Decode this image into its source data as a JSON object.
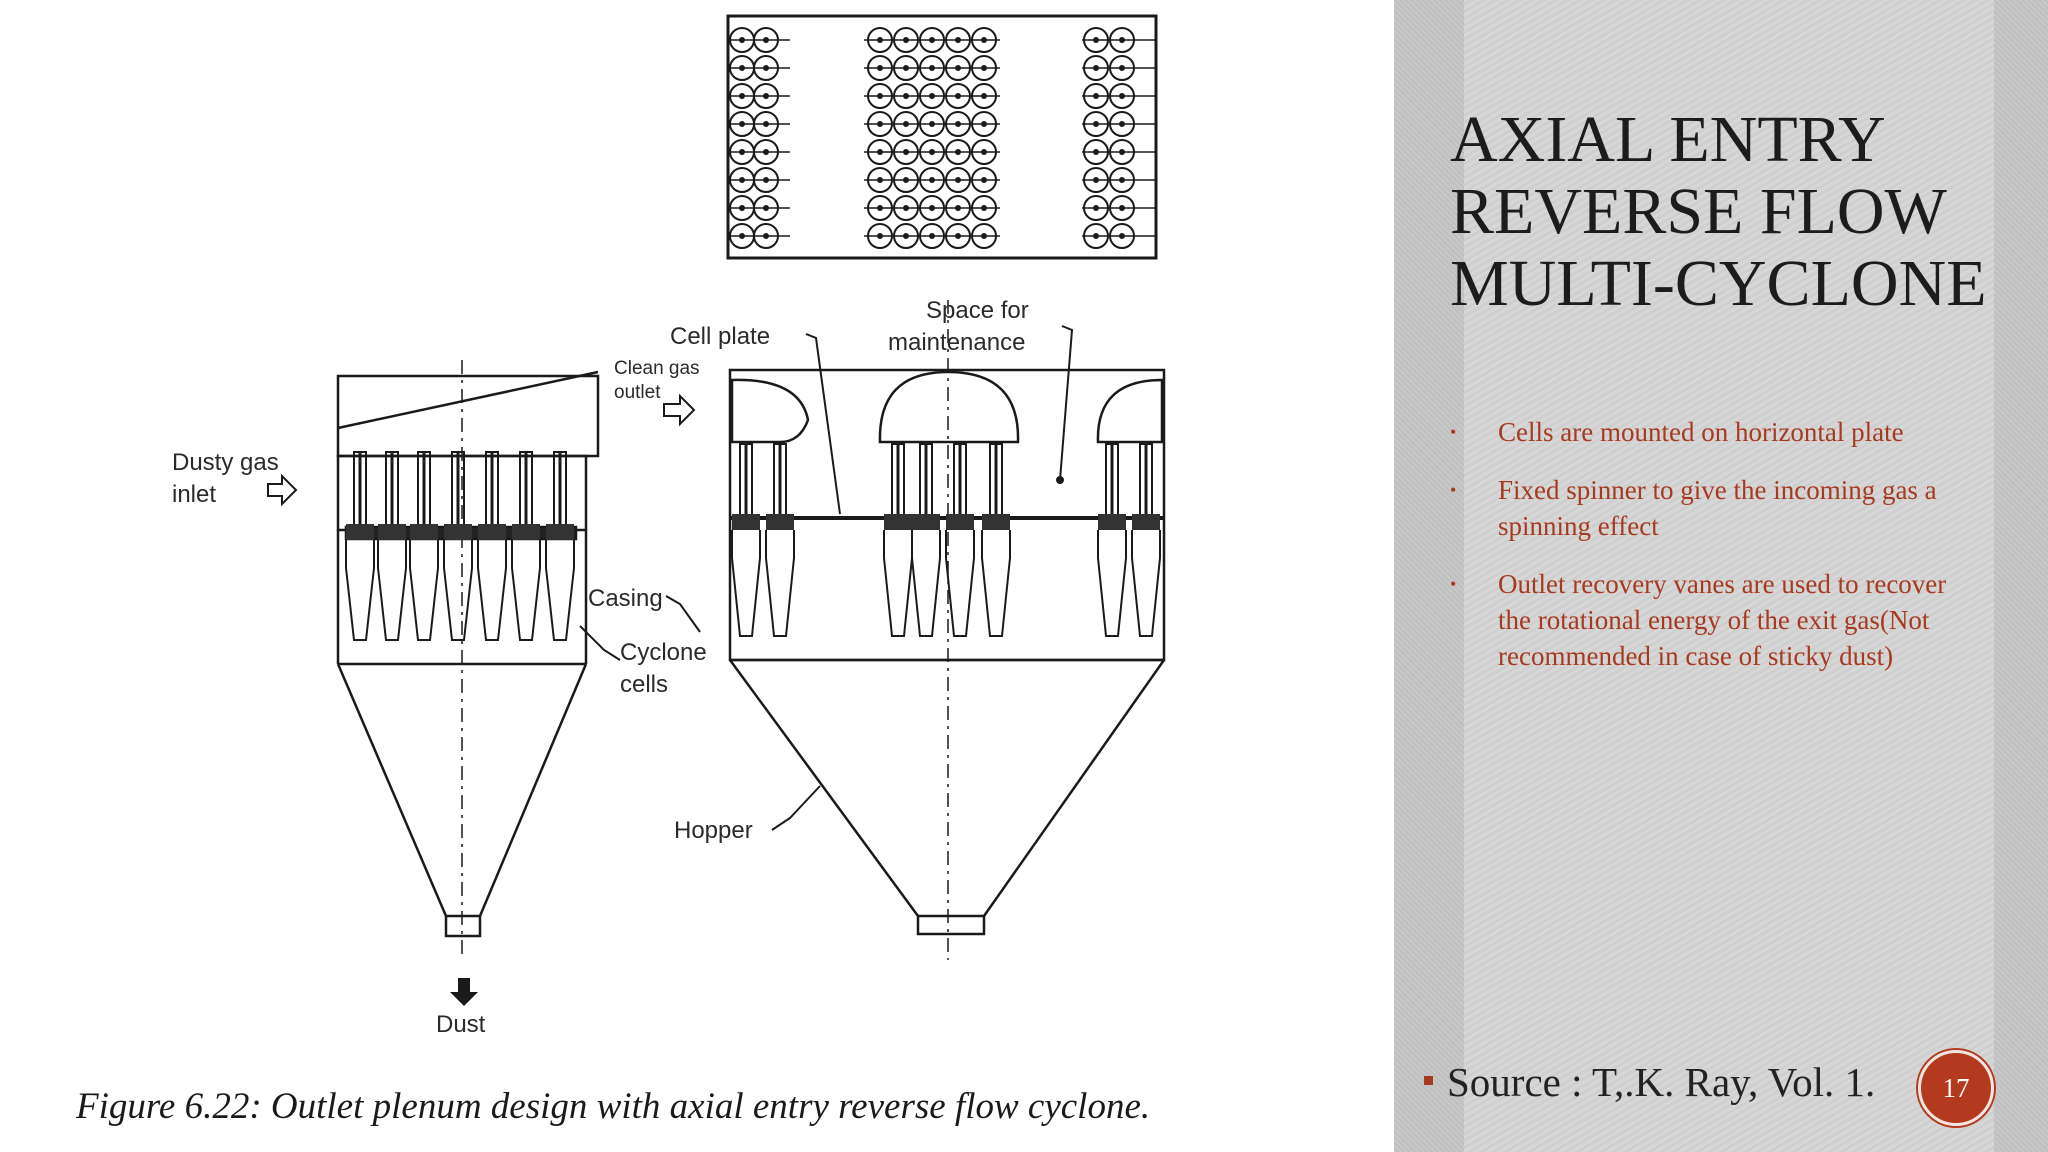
{
  "slide": {
    "title": "AXIAL ENTRY REVERSE FLOW MULTI-CYCLONE",
    "bullets": [
      "Cells are mounted on horizontal plate",
      "Fixed spinner to give the incoming gas a spinning effect",
      "Outlet recovery vanes are used to recover the rotational energy of the exit gas(Not recommended in case of sticky dust)"
    ],
    "source": "Source : T,.K. Ray, Vol. 1.",
    "slide_number": "17",
    "accent_color": "#b33a1f",
    "bullet_text_color": "#a63a20"
  },
  "figure": {
    "labels": {
      "dusty_gas_inlet_line1": "Dusty gas",
      "dusty_gas_inlet_line2": "inlet",
      "clean_gas_outlet_line1": "Clean gas",
      "clean_gas_outlet_line2": "outlet",
      "cell_plate": "Cell plate",
      "space_for_maintenance_line1": "Space for",
      "space_for_maintenance_line2": "maintenance",
      "casing": "Casing",
      "cyclone_cells_line1": "Cyclone",
      "cyclone_cells_line2": "cells",
      "hopper": "Hopper",
      "dust": "Dust"
    },
    "caption": "Figure 6.22: Outlet plenum design with axial entry reverse flow cyclone."
  }
}
